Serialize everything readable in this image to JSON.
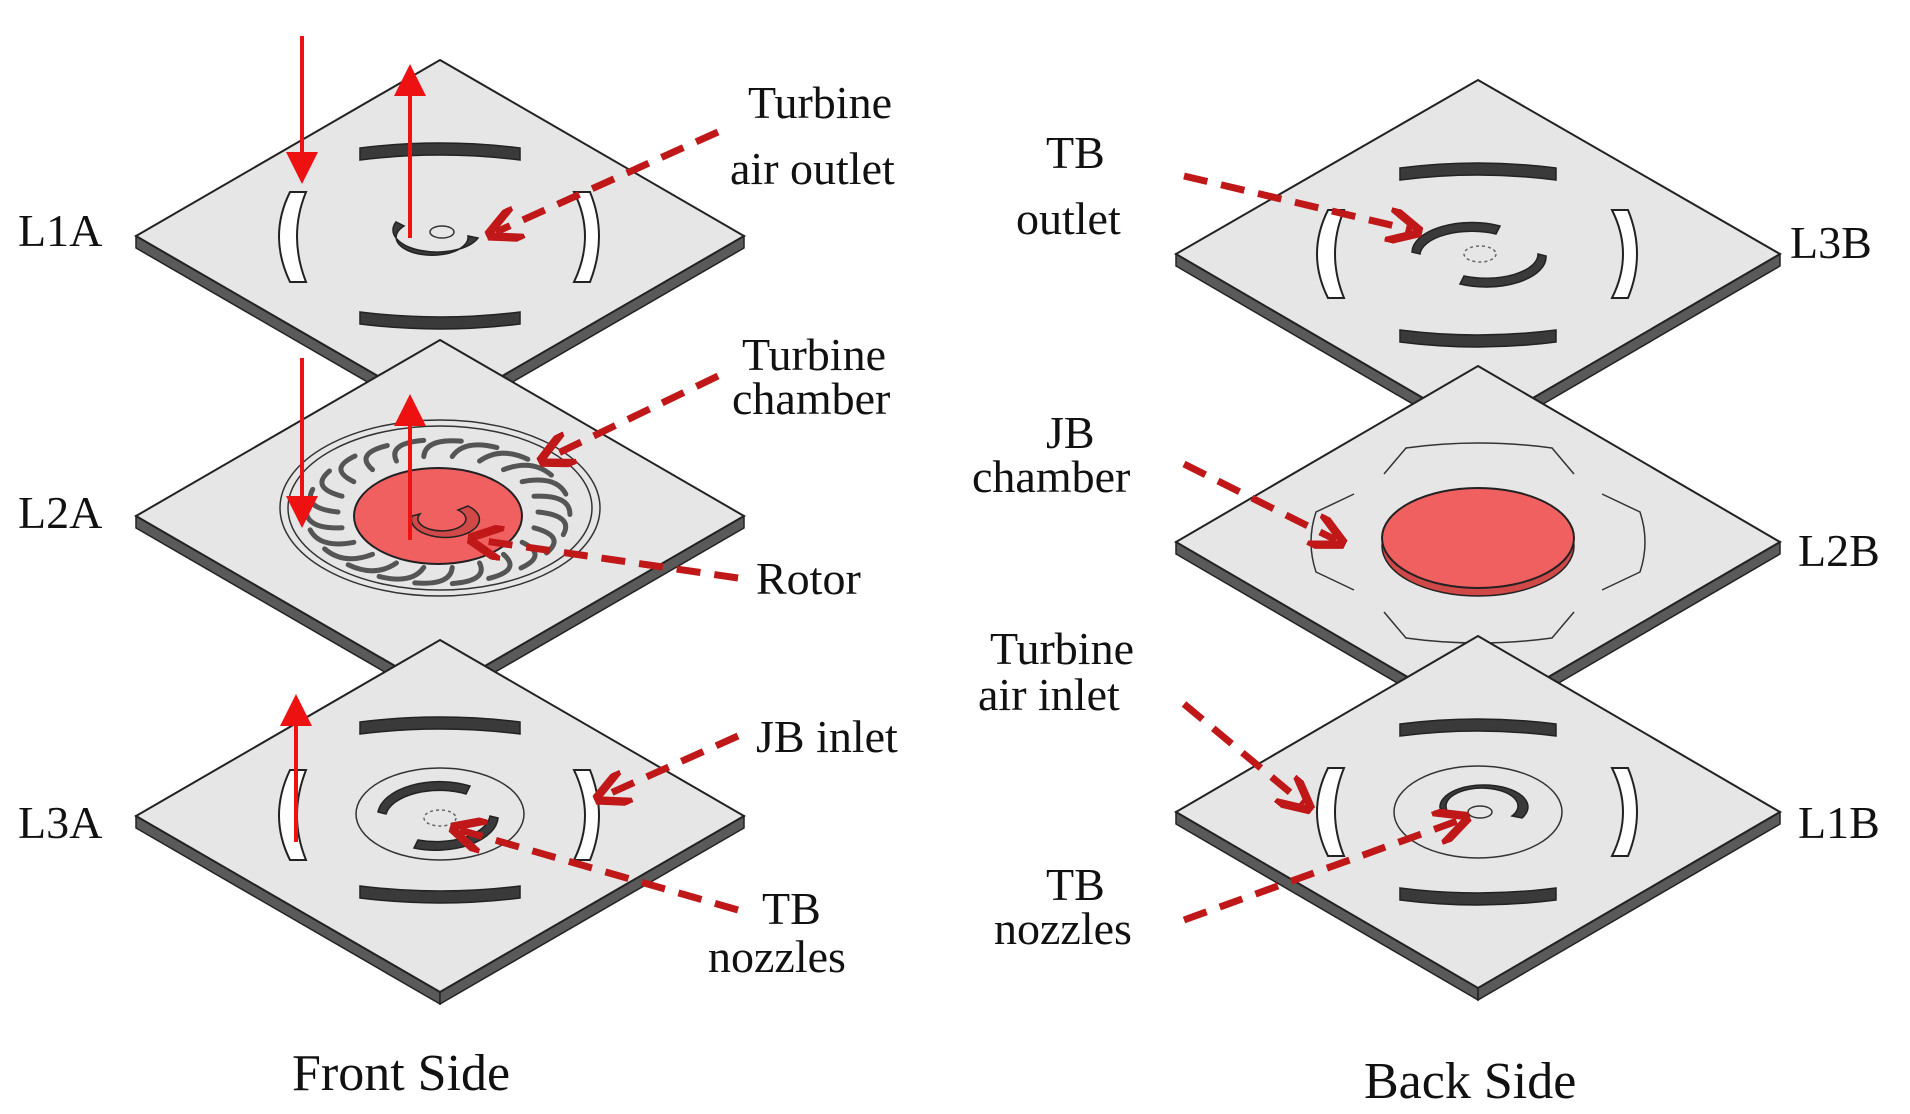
{
  "left": {
    "layers": [
      "L1A",
      "L2A",
      "L3A"
    ],
    "callouts": {
      "turbine_air_outlet_1": "Turbine",
      "turbine_air_outlet_2": "air outlet",
      "turbine_chamber_1": "Turbine",
      "turbine_chamber_2": "chamber",
      "rotor": "Rotor",
      "jb_inlet": "JB inlet",
      "tb_nozzles_1": "TB",
      "tb_nozzles_2": "nozzles"
    },
    "caption": "Front Side"
  },
  "right": {
    "layers": [
      "L3B",
      "L2B",
      "L1B"
    ],
    "callouts": {
      "tb_outlet_1": "TB",
      "tb_outlet_2": "outlet",
      "jb_chamber_1": "JB",
      "jb_chamber_2": "chamber",
      "turbine_air_inlet_1": "Turbine",
      "turbine_air_inlet_2": "air inlet",
      "tb_nozzles_1": "TB",
      "tb_nozzles_2": "nozzles"
    },
    "caption": "Back Side"
  },
  "colors": {
    "rotor": "#f06060",
    "flow_arrow": "#ee1111",
    "callout_arrow": "#c01818"
  }
}
